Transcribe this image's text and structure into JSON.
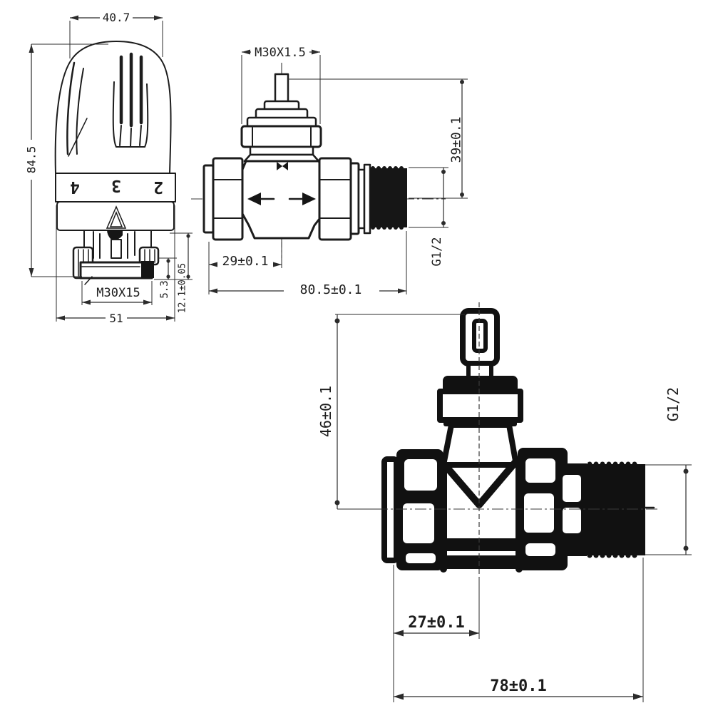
{
  "page": {
    "background": "#ffffff",
    "line_color": "#1c1c1c"
  },
  "trv_head": {
    "dim_width_top": "40.7",
    "dim_height": "84.5",
    "dial_numbers": [
      "4",
      "3",
      "2"
    ],
    "thread_label": "M30X15",
    "dim_plate_height": "5.3",
    "dim_insert_depth": "12.1±0.05",
    "dim_base_width": "51"
  },
  "straight_valve": {
    "thread_top": "M30X1.5",
    "dim_height": "39±0.1",
    "dim_center_to_nut": "29±0.1",
    "dim_total_length": "80.5±0.1",
    "outlet_thread": "G1/2"
  },
  "lockshield_valve": {
    "dim_height": "46±0.1",
    "outlet_thread": "G1/2",
    "dim_center_to_nut": "27±0.1",
    "dim_total_length": "78±0.1"
  }
}
